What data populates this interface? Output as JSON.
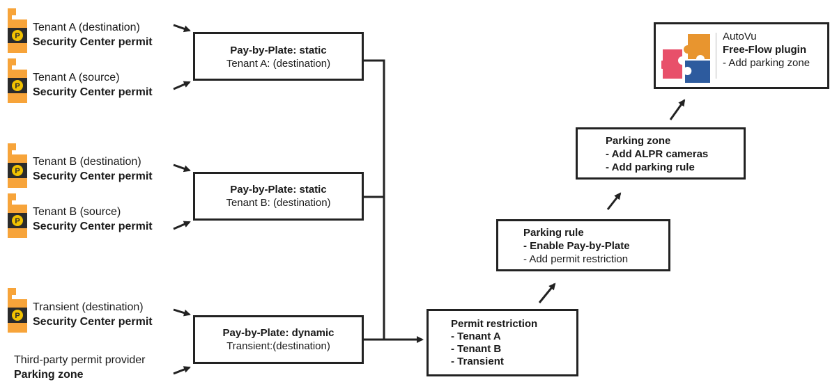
{
  "sources": [
    {
      "line1": "Tenant A (destination)",
      "line2": "Security Center permit",
      "icon": "parking-permit-icon"
    },
    {
      "line1": "Tenant A (source)",
      "line2": "Security Center permit",
      "icon": "parking-permit-icon"
    },
    {
      "line1": "Tenant B (destination)",
      "line2": "Security Center permit",
      "icon": "parking-permit-icon"
    },
    {
      "line1": "Tenant B (source)",
      "line2": "Security Center permit",
      "icon": "parking-permit-icon"
    },
    {
      "line1": "Transient (destination)",
      "line2": "Security Center permit",
      "icon": "parking-permit-icon"
    },
    {
      "line1": "Third-party permit provider",
      "line2": "Parking zone"
    }
  ],
  "pbp_boxes": [
    {
      "title": "Pay-by-Plate: static",
      "subtitle": "Tenant A: (destination)"
    },
    {
      "title": "Pay-by-Plate: static",
      "subtitle": "Tenant B: (destination)"
    },
    {
      "title": "Pay-by-Plate: dynamic",
      "subtitle": "Transient:(destination)"
    }
  ],
  "permit_restriction": {
    "title": "Permit restriction",
    "items": [
      "- Tenant A",
      "- Tenant B",
      "- Transient"
    ]
  },
  "parking_rule": {
    "title": "Parking rule",
    "items": [
      "- Enable Pay-by-Plate",
      "- Add permit restriction"
    ]
  },
  "parking_zone": {
    "title": "Parking zone",
    "items": [
      "- Add ALPR cameras",
      "- Add parking rule"
    ]
  },
  "autovu": {
    "title": "AutoVu",
    "subtitle": "Free-Flow plugin",
    "item": "- Add parking zone",
    "icon": "puzzle-plugin-icon"
  },
  "colors": {
    "permit_orange": "#f7a43a",
    "permit_dark": "#2b2b2b",
    "permit_coin": "#f2c200",
    "puzzle_red": "#e8506a",
    "puzzle_blue": "#2d5b9e",
    "puzzle_orange": "#e8952f",
    "line": "#222222"
  }
}
